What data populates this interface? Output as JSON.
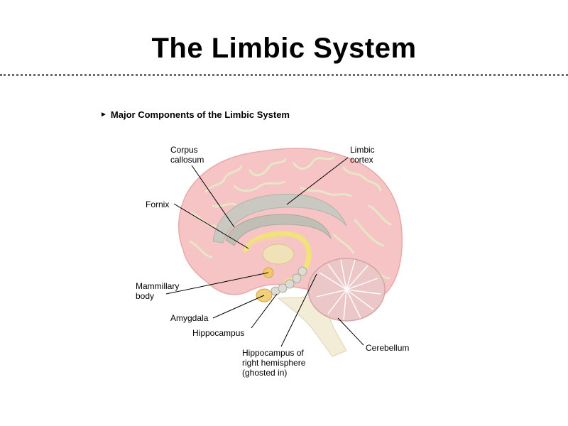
{
  "slide": {
    "title": "The Limbic System"
  },
  "figure": {
    "heading_bullet": "►",
    "heading": "Major Components of the Limbic System",
    "labels": {
      "corpus_callosum": "Corpus\ncallosum",
      "limbic_cortex": "Limbic\ncortex",
      "fornix": "Fornix",
      "mammillary_body": "Mammillary\nbody",
      "amygdala": "Amygdala",
      "hippocampus": "Hippocampus",
      "hippocampus_right": "Hippocampus of\nright hemisphere\n(ghosted in)",
      "cerebellum": "Cerebellum"
    }
  },
  "colors": {
    "cortex": "#f6c4c4",
    "sulci": "#e6e6c8",
    "limbic": "#f2e27a",
    "corpus": "#c8c8c0",
    "brainstem": "#f3ecd6",
    "cerebellum": "#ecc7c7",
    "leader": "#000000"
  }
}
